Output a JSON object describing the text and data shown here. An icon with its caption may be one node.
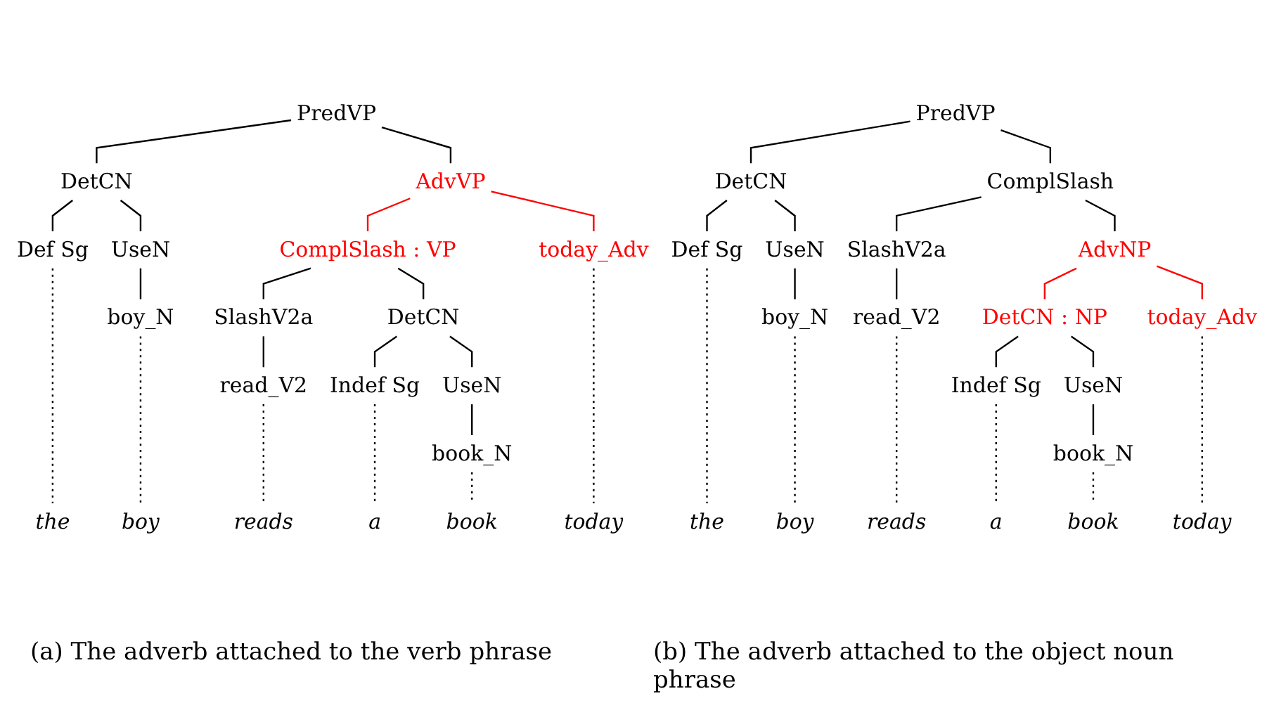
{
  "diagram": {
    "nodes": [
      {
        "text": [
          "PredVP"
        ]
      },
      {
        "text": [
          "DetCN"
        ]
      },
      {
        "text": [
          "AdvVP"
        ]
      },
      {
        "text": [
          "Def Sg"
        ]
      },
      {
        "text": [
          "UseN"
        ]
      },
      {
        "text": [
          "ComplSlash : VP"
        ]
      },
      {
        "text": [
          "today_Adv"
        ]
      },
      {
        "text": [
          "boy_N"
        ]
      },
      {
        "text": [
          "SlashV2a"
        ]
      },
      {
        "text": [
          "DetCN"
        ]
      },
      {
        "text": [
          "read_V2"
        ]
      },
      {
        "text": [
          "Indef Sg"
        ]
      },
      {
        "text": [
          "UseN"
        ]
      },
      {
        "text": [
          "book_N"
        ]
      },
      {
        "text": [
          "the"
        ]
      },
      {
        "text": [
          "boy"
        ]
      },
      {
        "text": [
          "reads"
        ]
      },
      {
        "text": [
          "a"
        ]
      },
      {
        "text": [
          "book"
        ]
      },
      {
        "text": [
          "today"
        ]
      },
      {
        "text": [
          "PredVP"
        ]
      },
      {
        "text": [
          "DetCN"
        ]
      },
      {
        "text": [
          "ComplSlash"
        ]
      },
      {
        "text": [
          "Def Sg"
        ]
      },
      {
        "text": [
          "UseN"
        ]
      },
      {
        "text": [
          "SlashV2a"
        ]
      },
      {
        "text": [
          "AdvNP"
        ]
      },
      {
        "text": [
          "boy_N"
        ]
      },
      {
        "text": [
          "read_V2"
        ]
      },
      {
        "text": [
          "DetCN : NP"
        ]
      },
      {
        "text": [
          "today_Adv"
        ]
      },
      {
        "text": [
          "Indef Sg"
        ]
      },
      {
        "text": [
          "UseN"
        ]
      },
      {
        "text": [
          "book_N"
        ]
      },
      {
        "text": [
          "the"
        ]
      },
      {
        "text": [
          "boy"
        ]
      },
      {
        "text": [
          "reads"
        ]
      },
      {
        "text": [
          "a"
        ]
      },
      {
        "text": [
          "book"
        ]
      },
      {
        "text": [
          "today"
        ]
      }
    ],
    "edges": [
      {
        "from": 0,
        "to": 1,
        "arrow": "none"
      },
      {
        "from": 0,
        "to": 2,
        "arrow": "none"
      },
      {
        "from": 1,
        "to": 3,
        "arrow": "none"
      },
      {
        "from": 1,
        "to": 4,
        "arrow": "none"
      },
      {
        "from": 2,
        "to": 5,
        "arrow": "none",
        "color": "#ff0000"
      },
      {
        "from": 2,
        "to": 6,
        "arrow": "none",
        "color": "#ff0000"
      },
      {
        "from": 4,
        "to": 7,
        "arrow": "none"
      },
      {
        "from": 5,
        "to": 8,
        "arrow": "none"
      },
      {
        "from": 5,
        "to": 9,
        "arrow": "none"
      },
      {
        "from": 8,
        "to": 10,
        "arrow": "none"
      },
      {
        "from": 9,
        "to": 11,
        "arrow": "none"
      },
      {
        "from": 9,
        "to": 12,
        "arrow": "none"
      },
      {
        "from": 12,
        "to": 13,
        "arrow": "none"
      },
      {
        "from": 3,
        "to": 14,
        "arrow": "none",
        "style": "dashed"
      },
      {
        "from": 7,
        "to": 15,
        "arrow": "none",
        "style": "dashed"
      },
      {
        "from": 10,
        "to": 16,
        "arrow": "none",
        "style": "dashed"
      },
      {
        "from": 11,
        "to": 17,
        "arrow": "none",
        "style": "dashed"
      },
      {
        "from": 13,
        "to": 18,
        "arrow": "none",
        "style": "dashed"
      },
      {
        "from": 6,
        "to": 19,
        "arrow": "none",
        "style": "dashed"
      },
      {
        "from": 20,
        "to": 21,
        "arrow": "none"
      },
      {
        "from": 20,
        "to": 22,
        "arrow": "none"
      },
      {
        "from": 21,
        "to": 23,
        "arrow": "none"
      },
      {
        "from": 21,
        "to": 24,
        "arrow": "none"
      },
      {
        "from": 22,
        "to": 25,
        "arrow": "none"
      },
      {
        "from": 22,
        "to": 26,
        "arrow": "none"
      },
      {
        "from": 24,
        "to": 27,
        "arrow": "none"
      },
      {
        "from": 25,
        "to": 28,
        "arrow": "none"
      },
      {
        "from": 26,
        "to": 29,
        "arrow": "none",
        "color": "#ff0000"
      },
      {
        "from": 26,
        "to": 30,
        "arrow": "none",
        "color": "#ff0000"
      },
      {
        "from": 29,
        "to": 31,
        "arrow": "none"
      },
      {
        "from": 29,
        "to": 32,
        "arrow": "none"
      },
      {
        "from": 32,
        "to": 33,
        "arrow": "none"
      },
      {
        "from": 23,
        "to": 34,
        "arrow": "none",
        "style": "dashed"
      },
      {
        "from": 27,
        "to": 35,
        "arrow": "none",
        "style": "dashed"
      },
      {
        "from": 28,
        "to": 36,
        "arrow": "none",
        "style": "dashed"
      },
      {
        "from": 31,
        "to": 37,
        "arrow": "none",
        "style": "dashed"
      },
      {
        "from": 33,
        "to": 38,
        "arrow": "none",
        "style": "dashed"
      },
      {
        "from": 30,
        "to": 39,
        "arrow": "none",
        "style": "dashed"
      }
    ],
    "labels": [
      "(a) The adverb attached to the verb phrase",
      "(b) The adverb attached to the object noun phrase"
    ]
  }
}
